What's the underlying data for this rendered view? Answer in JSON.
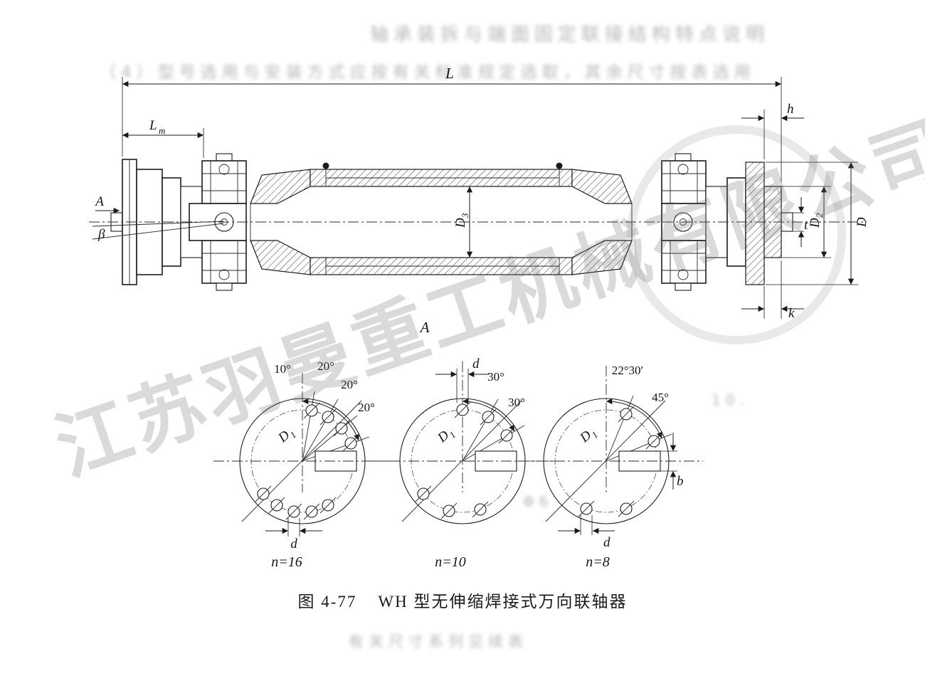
{
  "page": {
    "caption": {
      "figure_no": "图 4-77",
      "title": "WH 型无伸缩焊接式万向联轴器"
    },
    "watermark": {
      "text": "江苏羽曼重工机械有限公司"
    },
    "bleed": {
      "line1": "轴承装拆与端面固定联接结构特点说明",
      "line2": "（4）型号选用与安装方式应按有关标准规定选取，其余尺寸按表选用",
      "line3": "有关尺寸系列见续表",
      "frag1": "10.",
      "frag2": "Φ6"
    }
  },
  "drawing": {
    "dim_labels": {
      "L": "L",
      "Lm_base": "L",
      "Lm_sub": "m",
      "h": "h",
      "A_left": "A",
      "beta": "β",
      "D3_base": "D",
      "D3_sub": "3",
      "D2_base": "D",
      "D2_sub": "2",
      "D": "D",
      "t": "t",
      "k": "k"
    },
    "view_label_A": "A",
    "end_views": [
      {
        "angles": [
          "10°",
          "20°",
          "20°",
          "20°"
        ],
        "D1_base": "D",
        "D1_sub": "1",
        "d": "d",
        "count": "n=16"
      },
      {
        "angles": [
          "30°",
          "30°"
        ],
        "D1_base": "D",
        "D1_sub": "1",
        "d": "d",
        "count": "n=10"
      },
      {
        "angles": [
          "22°30′",
          "45°"
        ],
        "D1_base": "D",
        "D1_sub": "1",
        "d": "d",
        "b": "b",
        "count": "n=8"
      }
    ]
  }
}
